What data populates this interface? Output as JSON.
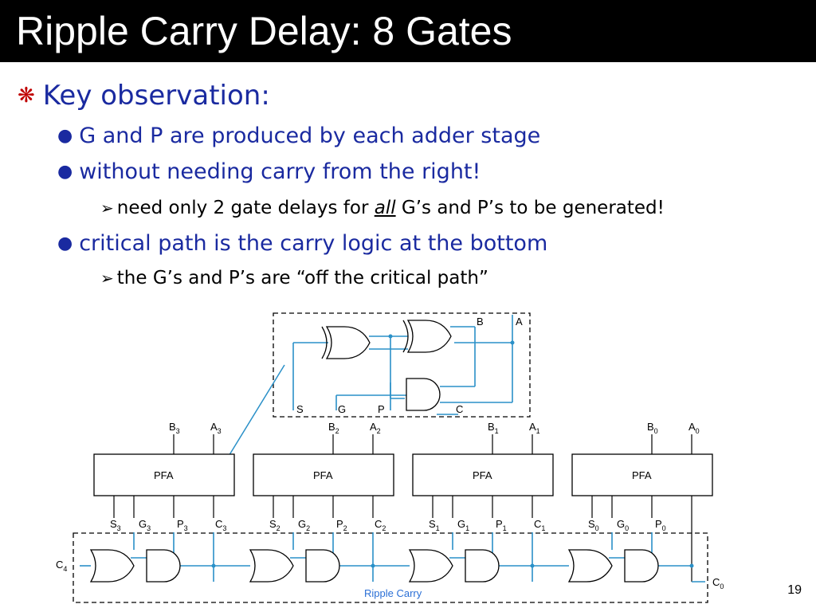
{
  "slide": {
    "title": "Ripple Carry Delay: 8 Gates",
    "page_number": "19"
  },
  "bullets": {
    "level1": "Key observation:",
    "level2_a": "G and P are produced by each adder stage",
    "level2_b": "without needing carry from the right!",
    "level3_a_pre": "need only 2 gate delays for ",
    "level3_a_em": "all",
    "level3_a_post": " G’s and P’s to be generated!",
    "level2_c": "critical path is the carry logic at the bottom",
    "level3_b": "the G’s and P’s are “off the critical path”"
  },
  "diagram": {
    "detail_labels": [
      "B",
      "A",
      "S",
      "G",
      "P",
      "C"
    ],
    "block_label": "PFA",
    "ripple_label": "Ripple Carry",
    "stages": [
      {
        "b": "B",
        "b_sub": "3",
        "a": "A",
        "a_sub": "3",
        "s": "S",
        "s_sub": "3",
        "g": "G",
        "g_sub": "3",
        "p": "P",
        "p_sub": "3",
        "c": "C",
        "c_sub": "3"
      },
      {
        "b": "B",
        "b_sub": "2",
        "a": "A",
        "a_sub": "2",
        "s": "S",
        "s_sub": "2",
        "g": "G",
        "g_sub": "2",
        "p": "P",
        "p_sub": "2",
        "c": "C",
        "c_sub": "2"
      },
      {
        "b": "B",
        "b_sub": "1",
        "a": "A",
        "a_sub": "1",
        "s": "S",
        "s_sub": "1",
        "g": "G",
        "g_sub": "1",
        "p": "P",
        "p_sub": "1",
        "c": "C",
        "c_sub": "1"
      },
      {
        "b": "B",
        "b_sub": "0",
        "a": "A",
        "a_sub": "0",
        "s": "S",
        "s_sub": "0",
        "g": "G",
        "g_sub": "0",
        "p": "P",
        "p_sub": "0",
        "c": "",
        "c_sub": ""
      }
    ],
    "carry_out": {
      "c": "C",
      "c_sub": "4"
    },
    "carry_in": {
      "c": "C",
      "c_sub": "0"
    }
  },
  "colors": {
    "wire": "#2a90c8",
    "bullet_text": "#1a2aa0",
    "bullet_marker": "#c00000",
    "title_bg": "#000000"
  }
}
